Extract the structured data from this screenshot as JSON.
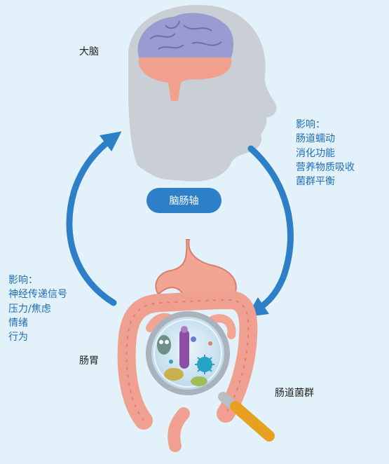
{
  "brain_label": "大脑",
  "axis_label": "脑肠轴",
  "gut_label": "肠胃",
  "microbiota_label": "肠道菌群",
  "top_down_effects": {
    "heading": "影响：",
    "items": [
      "肠道蠕动",
      "消化功能",
      "营养物质吸收",
      "菌群平衡"
    ]
  },
  "bottom_up_effects": {
    "heading": "影响：",
    "items": [
      "神经传递信号",
      "压力/焦虑",
      "情绪",
      "行为"
    ]
  },
  "colors": {
    "background": "#e3f1fa",
    "arrow": "#2d80c8",
    "head": "#c9cfd4",
    "brain_upper": "#9a9bd0",
    "brain_lower": "#f0a08c",
    "intestine": "#f0a090",
    "magnifier_handle": "#e8a020"
  }
}
